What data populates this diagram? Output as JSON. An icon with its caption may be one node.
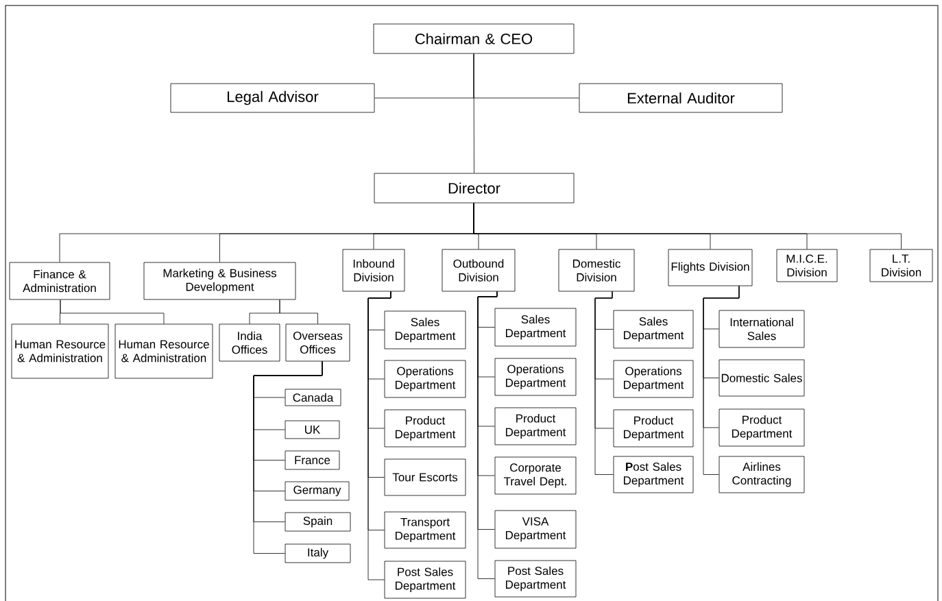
{
  "diagram": {
    "nodes": [
      {
        "text": [
          "Chairman & CEO"
        ]
      },
      {
        "text": [
          "Legal Advisor"
        ]
      },
      {
        "text": [
          "External Auditor"
        ]
      },
      {
        "text": [
          "Director"
        ]
      },
      {
        "text": [
          "Finance & Administration"
        ]
      },
      {
        "text": [
          "Marketing & Business Development"
        ]
      },
      {
        "text": [
          "Inbound Division"
        ]
      },
      {
        "text": [
          "Outbound Division"
        ]
      },
      {
        "text": [
          "Domestic Division"
        ]
      },
      {
        "text": [
          "Flights Division"
        ]
      },
      {
        "text": [
          "M.I.C.E. Division"
        ]
      },
      {
        "text": [
          "L.T. Division"
        ]
      },
      {
        "text": [
          "Human Resource & Administration"
        ]
      },
      {
        "text": [
          "Human Resource & Administration"
        ]
      },
      {
        "text": [
          "India Offices"
        ]
      },
      {
        "text": [
          "Overseas Offices"
        ]
      },
      {
        "text": [
          "Canada"
        ]
      },
      {
        "text": [
          "UK"
        ]
      },
      {
        "text": [
          "France"
        ]
      },
      {
        "text": [
          "Germany"
        ]
      },
      {
        "text": [
          "Spain"
        ]
      },
      {
        "text": [
          "Italy"
        ]
      },
      {
        "text": [
          "Sales Department"
        ]
      },
      {
        "text": [
          "Operations Department"
        ]
      },
      {
        "text": [
          "Product Department"
        ]
      },
      {
        "text": [
          "Tour Escorts"
        ]
      },
      {
        "text": [
          "Transport Department"
        ]
      },
      {
        "text": [
          "Post Sales Department"
        ]
      },
      {
        "text": [
          "Sales Department"
        ]
      },
      {
        "text": [
          "Operations Department"
        ]
      },
      {
        "text": [
          "Product Department"
        ]
      },
      {
        "text": [
          "Corporate Travel Dept."
        ]
      },
      {
        "text": [
          "VISA Department"
        ]
      },
      {
        "text": [
          "Post Sales Department"
        ]
      },
      {
        "text": [
          "Sales Department"
        ]
      },
      {
        "text": [
          "Operations Department"
        ]
      },
      {
        "text": [
          "Product Department"
        ]
      },
      {
        "text": [
          "**P**ost Sales Department"
        ]
      },
      {
        "text": [
          "International Sales"
        ]
      },
      {
        "text": [
          "Domestic Sales"
        ]
      },
      {
        "text": [
          "Product Department"
        ]
      },
      {
        "text": [
          "Airlines Contracting"
        ]
      }
    ],
    "edges": [
      {
        "from": 0,
        "to": 1,
        "arrow": "none"
      },
      {
        "from": 0,
        "to": 2,
        "arrow": "none"
      },
      {
        "from": 0,
        "to": 3,
        "arrow": "none"
      },
      {
        "from": 3,
        "to": 4,
        "arrow": "none"
      },
      {
        "from": 3,
        "to": 5,
        "arrow": "none"
      },
      {
        "from": 3,
        "to": 6,
        "arrow": "none"
      },
      {
        "from": 3,
        "to": 7,
        "arrow": "none"
      },
      {
        "from": 3,
        "to": 8,
        "arrow": "none"
      },
      {
        "from": 3,
        "to": 9,
        "arrow": "none"
      },
      {
        "from": 3,
        "to": 10,
        "arrow": "none"
      },
      {
        "from": 3,
        "to": 11,
        "arrow": "none"
      },
      {
        "from": 4,
        "to": 12,
        "arrow": "none"
      },
      {
        "from": 4,
        "to": 13,
        "arrow": "none"
      },
      {
        "from": 5,
        "to": 14,
        "arrow": "none"
      },
      {
        "from": 5,
        "to": 15,
        "arrow": "none"
      },
      {
        "from": 15,
        "to": 16,
        "arrow": "none"
      },
      {
        "from": 15,
        "to": 17,
        "arrow": "none"
      },
      {
        "from": 15,
        "to": 18,
        "arrow": "none"
      },
      {
        "from": 15,
        "to": 19,
        "arrow": "none"
      },
      {
        "from": 15,
        "to": 20,
        "arrow": "none"
      },
      {
        "from": 15,
        "to": 21,
        "arrow": "none"
      },
      {
        "from": 6,
        "to": 22,
        "arrow": "none"
      },
      {
        "from": 6,
        "to": 23,
        "arrow": "none"
      },
      {
        "from": 6,
        "to": 24,
        "arrow": "none"
      },
      {
        "from": 6,
        "to": 25,
        "arrow": "none"
      },
      {
        "from": 6,
        "to": 26,
        "arrow": "none"
      },
      {
        "from": 6,
        "to": 27,
        "arrow": "none"
      },
      {
        "from": 7,
        "to": 28,
        "arrow": "none"
      },
      {
        "from": 7,
        "to": 29,
        "arrow": "none"
      },
      {
        "from": 7,
        "to": 30,
        "arrow": "none"
      },
      {
        "from": 7,
        "to": 31,
        "arrow": "none"
      },
      {
        "from": 7,
        "to": 32,
        "arrow": "none"
      },
      {
        "from": 7,
        "to": 33,
        "arrow": "none"
      },
      {
        "from": 8,
        "to": 34,
        "arrow": "none"
      },
      {
        "from": 8,
        "to": 35,
        "arrow": "none"
      },
      {
        "from": 8,
        "to": 36,
        "arrow": "none"
      },
      {
        "from": 8,
        "to": 37,
        "arrow": "none"
      },
      {
        "from": 9,
        "to": 38,
        "arrow": "none"
      },
      {
        "from": 9,
        "to": 39,
        "arrow": "none"
      },
      {
        "from": 9,
        "to": 40,
        "arrow": "none"
      },
      {
        "from": 9,
        "to": 41,
        "arrow": "none"
      }
    ]
  }
}
